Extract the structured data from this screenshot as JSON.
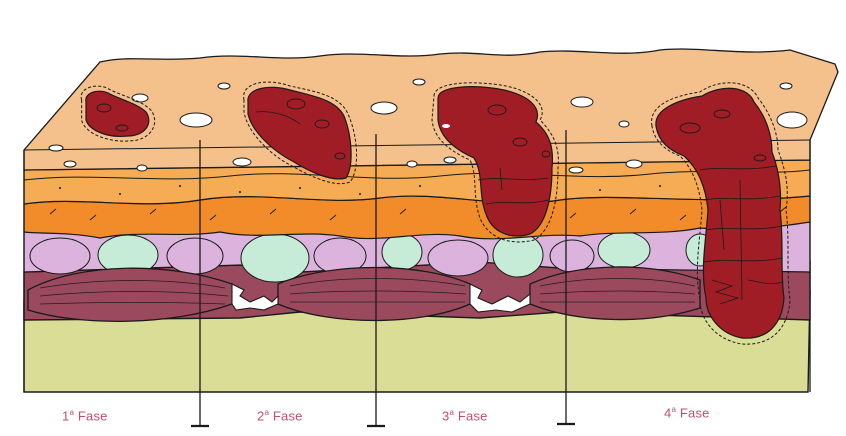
{
  "colors": {
    "epidermis": "#f4c08c",
    "dermis_upper": "#f6ab55",
    "dermis_lower": "#f28b2a",
    "fat_pink": "#dcb3dd",
    "fat_green": "#c6ebd6",
    "muscle": "#9b4a5e",
    "bone": "#dadd95",
    "ulcer": "#a11d26",
    "label": "#c0506a",
    "outline": "#1a1a1a"
  },
  "phases": [
    {
      "num": "1",
      "sup": "a",
      "word": "Fase"
    },
    {
      "num": "2",
      "sup": "a",
      "word": "Fase"
    },
    {
      "num": "3",
      "sup": "a",
      "word": "Fase"
    },
    {
      "num": "4",
      "sup": "a",
      "word": "Fase"
    }
  ]
}
